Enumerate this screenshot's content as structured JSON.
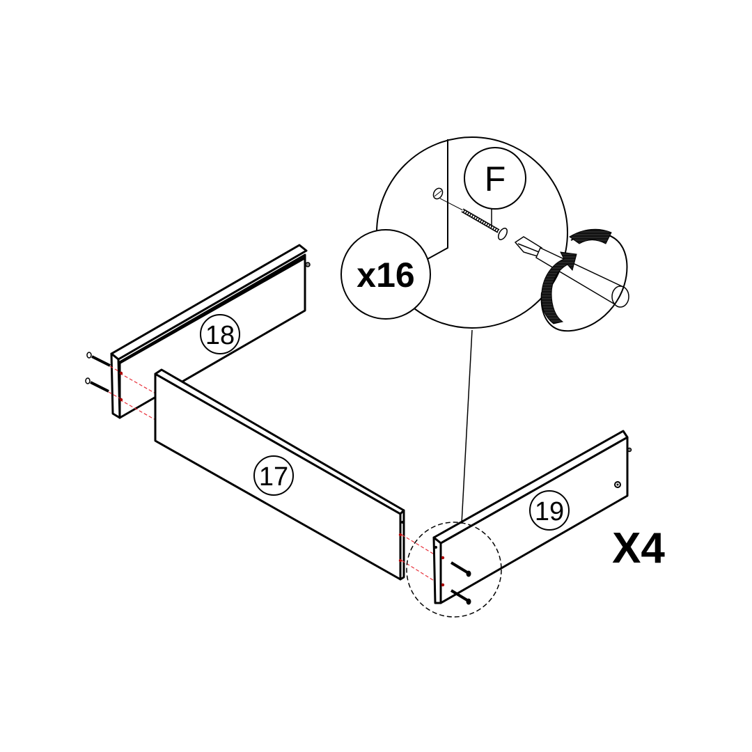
{
  "diagram": {
    "type": "assembly-instruction",
    "parts": [
      {
        "id": "18",
        "label": "18",
        "role": "side panel (back-left)"
      },
      {
        "id": "17",
        "label": "17",
        "role": "front/back panel"
      },
      {
        "id": "19",
        "label": "19",
        "role": "side panel (right)"
      }
    ],
    "hardware": {
      "label": "F",
      "quantity_label": "x16",
      "type": "screw"
    },
    "tool": "phillips-screwdriver",
    "rotation": "clockwise",
    "repeat_label": "X4",
    "colors": {
      "line": "#000000",
      "guide": "#e8303a",
      "background": "#ffffff"
    }
  }
}
